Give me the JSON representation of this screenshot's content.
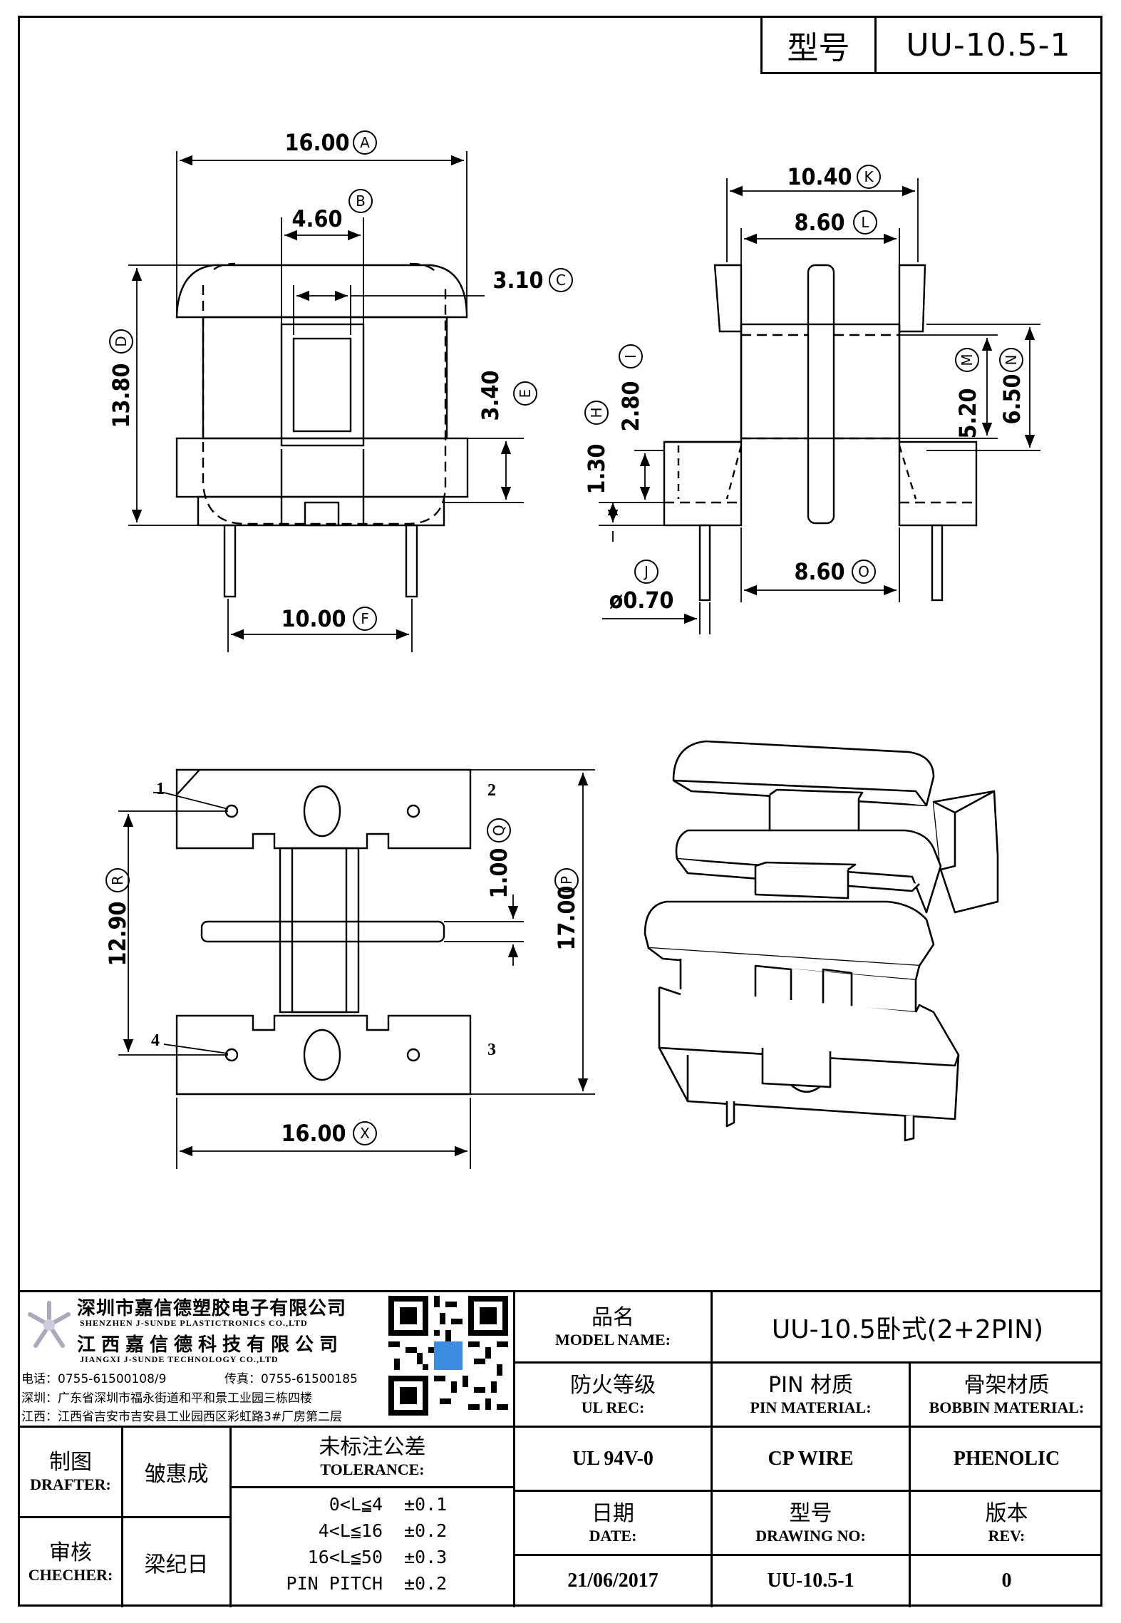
{
  "header": {
    "model_label": "型号",
    "model_value": "UU-10.5-1"
  },
  "top_view": {
    "dim_a": "16.00",
    "dim_a_tag": "A",
    "dim_b": "4.60",
    "dim_b_tag": "B",
    "dim_c": "3.10",
    "dim_c_tag": "C",
    "dim_d": "13.80",
    "dim_d_tag": "D",
    "dim_e": "3.40",
    "dim_e_tag": "E",
    "dim_f": "10.00",
    "dim_f_tag": "F"
  },
  "side_view": {
    "dim_k": "10.40",
    "dim_k_tag": "K",
    "dim_l": "8.60",
    "dim_l_tag": "L",
    "dim_m": "5.20",
    "dim_m_tag": "M",
    "dim_n": "6.50",
    "dim_n_tag": "N",
    "dim_i": "2.80",
    "dim_i_tag": "I",
    "dim_h": "1.30",
    "dim_h_tag": "H",
    "dim_j": "ø0.70",
    "dim_j_tag": "J",
    "dim_o": "8.60",
    "dim_o_tag": "O"
  },
  "bottom_view": {
    "pin1": "1",
    "pin2": "2",
    "pin3": "3",
    "pin4": "4",
    "dim_q": "1.00",
    "dim_q_tag": "Q",
    "dim_r": "12.90",
    "dim_r_tag": "R",
    "dim_p": "17.00",
    "dim_p_tag": "P",
    "dim_x": "16.00",
    "dim_x_tag": "X"
  },
  "company": {
    "name_sz": "深圳市嘉信德塑胶电子有限公司",
    "name_sz_en": "SHENZHEN J-SUNDE PLASTICTRONICS CO.,LTD",
    "name_jx": "江西嘉信德科技有限公司",
    "name_jx_en": "JIANGXI J-SUNDE TECHNOLOGY CO.,LTD",
    "phone": "电话：0755-61500108/9",
    "fax": "传真：0755-61500185",
    "addr_sz": "深圳：广东省深圳市福永街道和平和景工业园三栋四楼",
    "addr_jx": "江西：江西省吉安市吉安县工业园西区彩虹路3#厂房第二层"
  },
  "title_block": {
    "model_name_cn": "品名",
    "model_name_en": "MODEL NAME:",
    "model_name_value": "UU-10.5卧式(2+2PIN)",
    "ul_cn": "防火等级",
    "ul_en": "UL REC:",
    "pin_cn": "PIN 材质",
    "pin_en": "PIN MATERIAL:",
    "bobbin_cn": "骨架材质",
    "bobbin_en": "BOBBIN MATERIAL:",
    "ul_value": "UL 94V-0",
    "pin_value": "CP WIRE",
    "bobbin_value": "PHENOLIC",
    "drafter_cn": "制图",
    "drafter_en": "DRAFTER:",
    "drafter_name": "皱惠成",
    "checker_cn": "审核",
    "checker_en": "CHECHER:",
    "checker_name": "梁纪日",
    "tolerance_cn": "未标注公差",
    "tolerance_en": "TOLERANCE:",
    "tolerances": [
      {
        "range": "0<L≦4",
        "value": "±0.1"
      },
      {
        "range": "4<L≦16",
        "value": "±0.2"
      },
      {
        "range": "16<L≦50",
        "value": "±0.3"
      },
      {
        "range": "PIN PITCH",
        "value": "±0.2"
      }
    ],
    "date_cn": "日期",
    "date_en": "DATE:",
    "date_value": "21/06/2017",
    "drawing_cn": "型号",
    "drawing_en": "DRAWING NO:",
    "drawing_value": "UU-10.5-1",
    "rev_cn": "版本",
    "rev_en": "REV:",
    "rev_value": "0"
  }
}
